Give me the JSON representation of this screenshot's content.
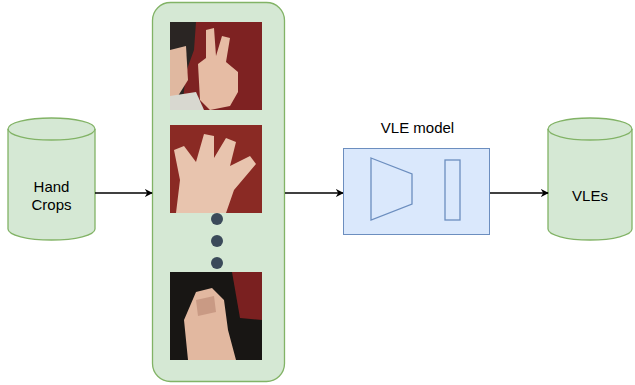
{
  "diagram": {
    "nodes": [
      {
        "text": [
          "Hand Crops"
        ]
      },
      {
        "text": []
      },
      {
        "text": [
          "VLE model"
        ]
      },
      {
        "text": [
          "VLEs"
        ]
      }
    ],
    "edges": [
      {
        "from": 0,
        "to": 1,
        "arrow": "to"
      },
      {
        "from": 1,
        "to": 2,
        "arrow": "to"
      },
      {
        "from": 2,
        "to": 3,
        "arrow": "to"
      }
    ]
  }
}
